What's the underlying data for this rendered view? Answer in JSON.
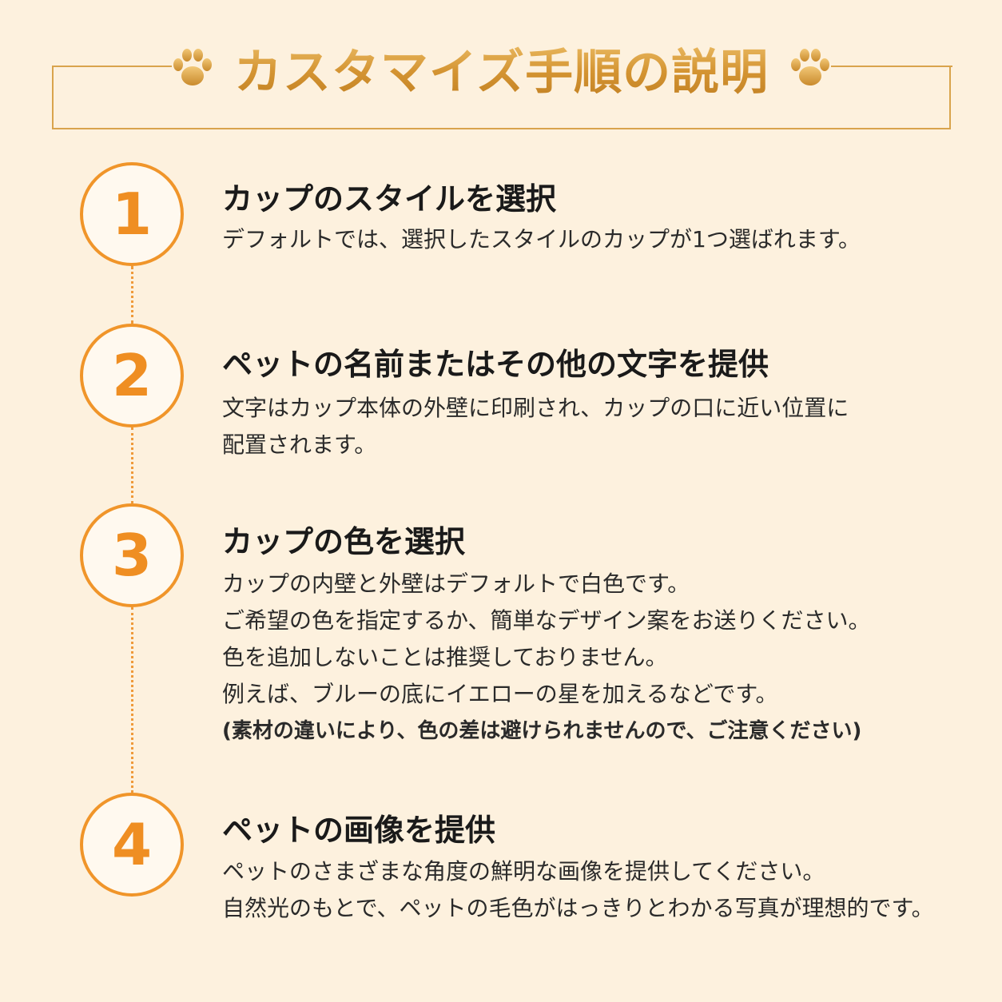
{
  "header": {
    "title": "カスタマイズ手順の説明",
    "left_icon": "paw-icon",
    "right_icon": "paw-icon"
  },
  "colors": {
    "background": "#fdf1de",
    "accent_orange": "#ef8e22",
    "title_gold": "#d89832",
    "frame_gold": "#d9a44c"
  },
  "steps": [
    {
      "number": "1",
      "title": "カップのスタイルを選択",
      "lines": [
        "デフォルトでは、選択したスタイルのカップが1つ選ばれます。"
      ]
    },
    {
      "number": "2",
      "title": "ペットの名前またはその他の文字を提供",
      "lines": [
        "文字はカップ本体の外壁に印刷され、カップの口に近い位置に",
        "配置されます。"
      ]
    },
    {
      "number": "3",
      "title": "カップの色を選択",
      "lines": [
        "カップの内壁と外壁はデフォルトで白色です。",
        "ご希望の色を指定するか、簡単なデザイン案をお送りください。",
        "色を追加しないことは推奨しておりません。",
        "例えば、ブルーの底にイエローの星を加えるなどです。"
      ],
      "note": "(素材の違いにより、色の差は避けられませんので、ご注意ください)"
    },
    {
      "number": "4",
      "title": "ペットの画像を提供",
      "lines": [
        "ペットのさまざまな角度の鮮明な画像を提供してください。",
        "自然光のもとで、ペットの毛色がはっきりとわかる写真が理想的です。"
      ]
    }
  ]
}
